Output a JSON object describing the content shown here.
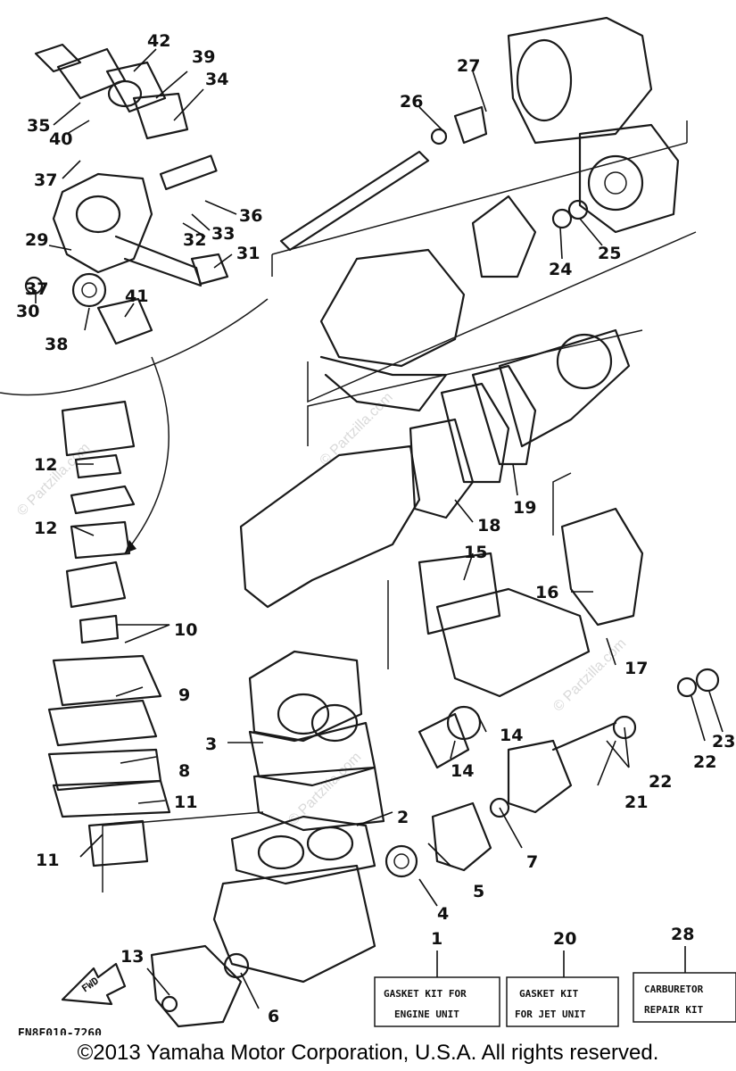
{
  "diagram": {
    "labels": [
      "1",
      "2",
      "3",
      "4",
      "5",
      "6",
      "7",
      "8",
      "9",
      "10",
      "11",
      "11",
      "12",
      "12",
      "13",
      "14",
      "14",
      "15",
      "16",
      "17",
      "18",
      "19",
      "20",
      "21",
      "22",
      "22",
      "23",
      "24",
      "25",
      "26",
      "27",
      "28",
      "29",
      "30",
      "31",
      "32",
      "33",
      "34",
      "35",
      "36",
      "37",
      "37",
      "38",
      "39",
      "40",
      "41",
      "42"
    ],
    "kits": [
      {
        "number": "1",
        "line1": "GASKET KIT FOR",
        "line2": "ENGINE UNIT"
      },
      {
        "number": "20",
        "line1": "GASKET KIT",
        "line2": "FOR JET UNIT"
      },
      {
        "number": "28",
        "line1": "CARBURETOR",
        "line2": "REPAIR KIT"
      }
    ],
    "fwd_label": "FWD",
    "drawing_code": "EN8E010-7260",
    "watermark": "© Partzilla.com"
  },
  "copyright": "©2013  Yamaha Motor Corporation, U.S.A. All rights reserved."
}
